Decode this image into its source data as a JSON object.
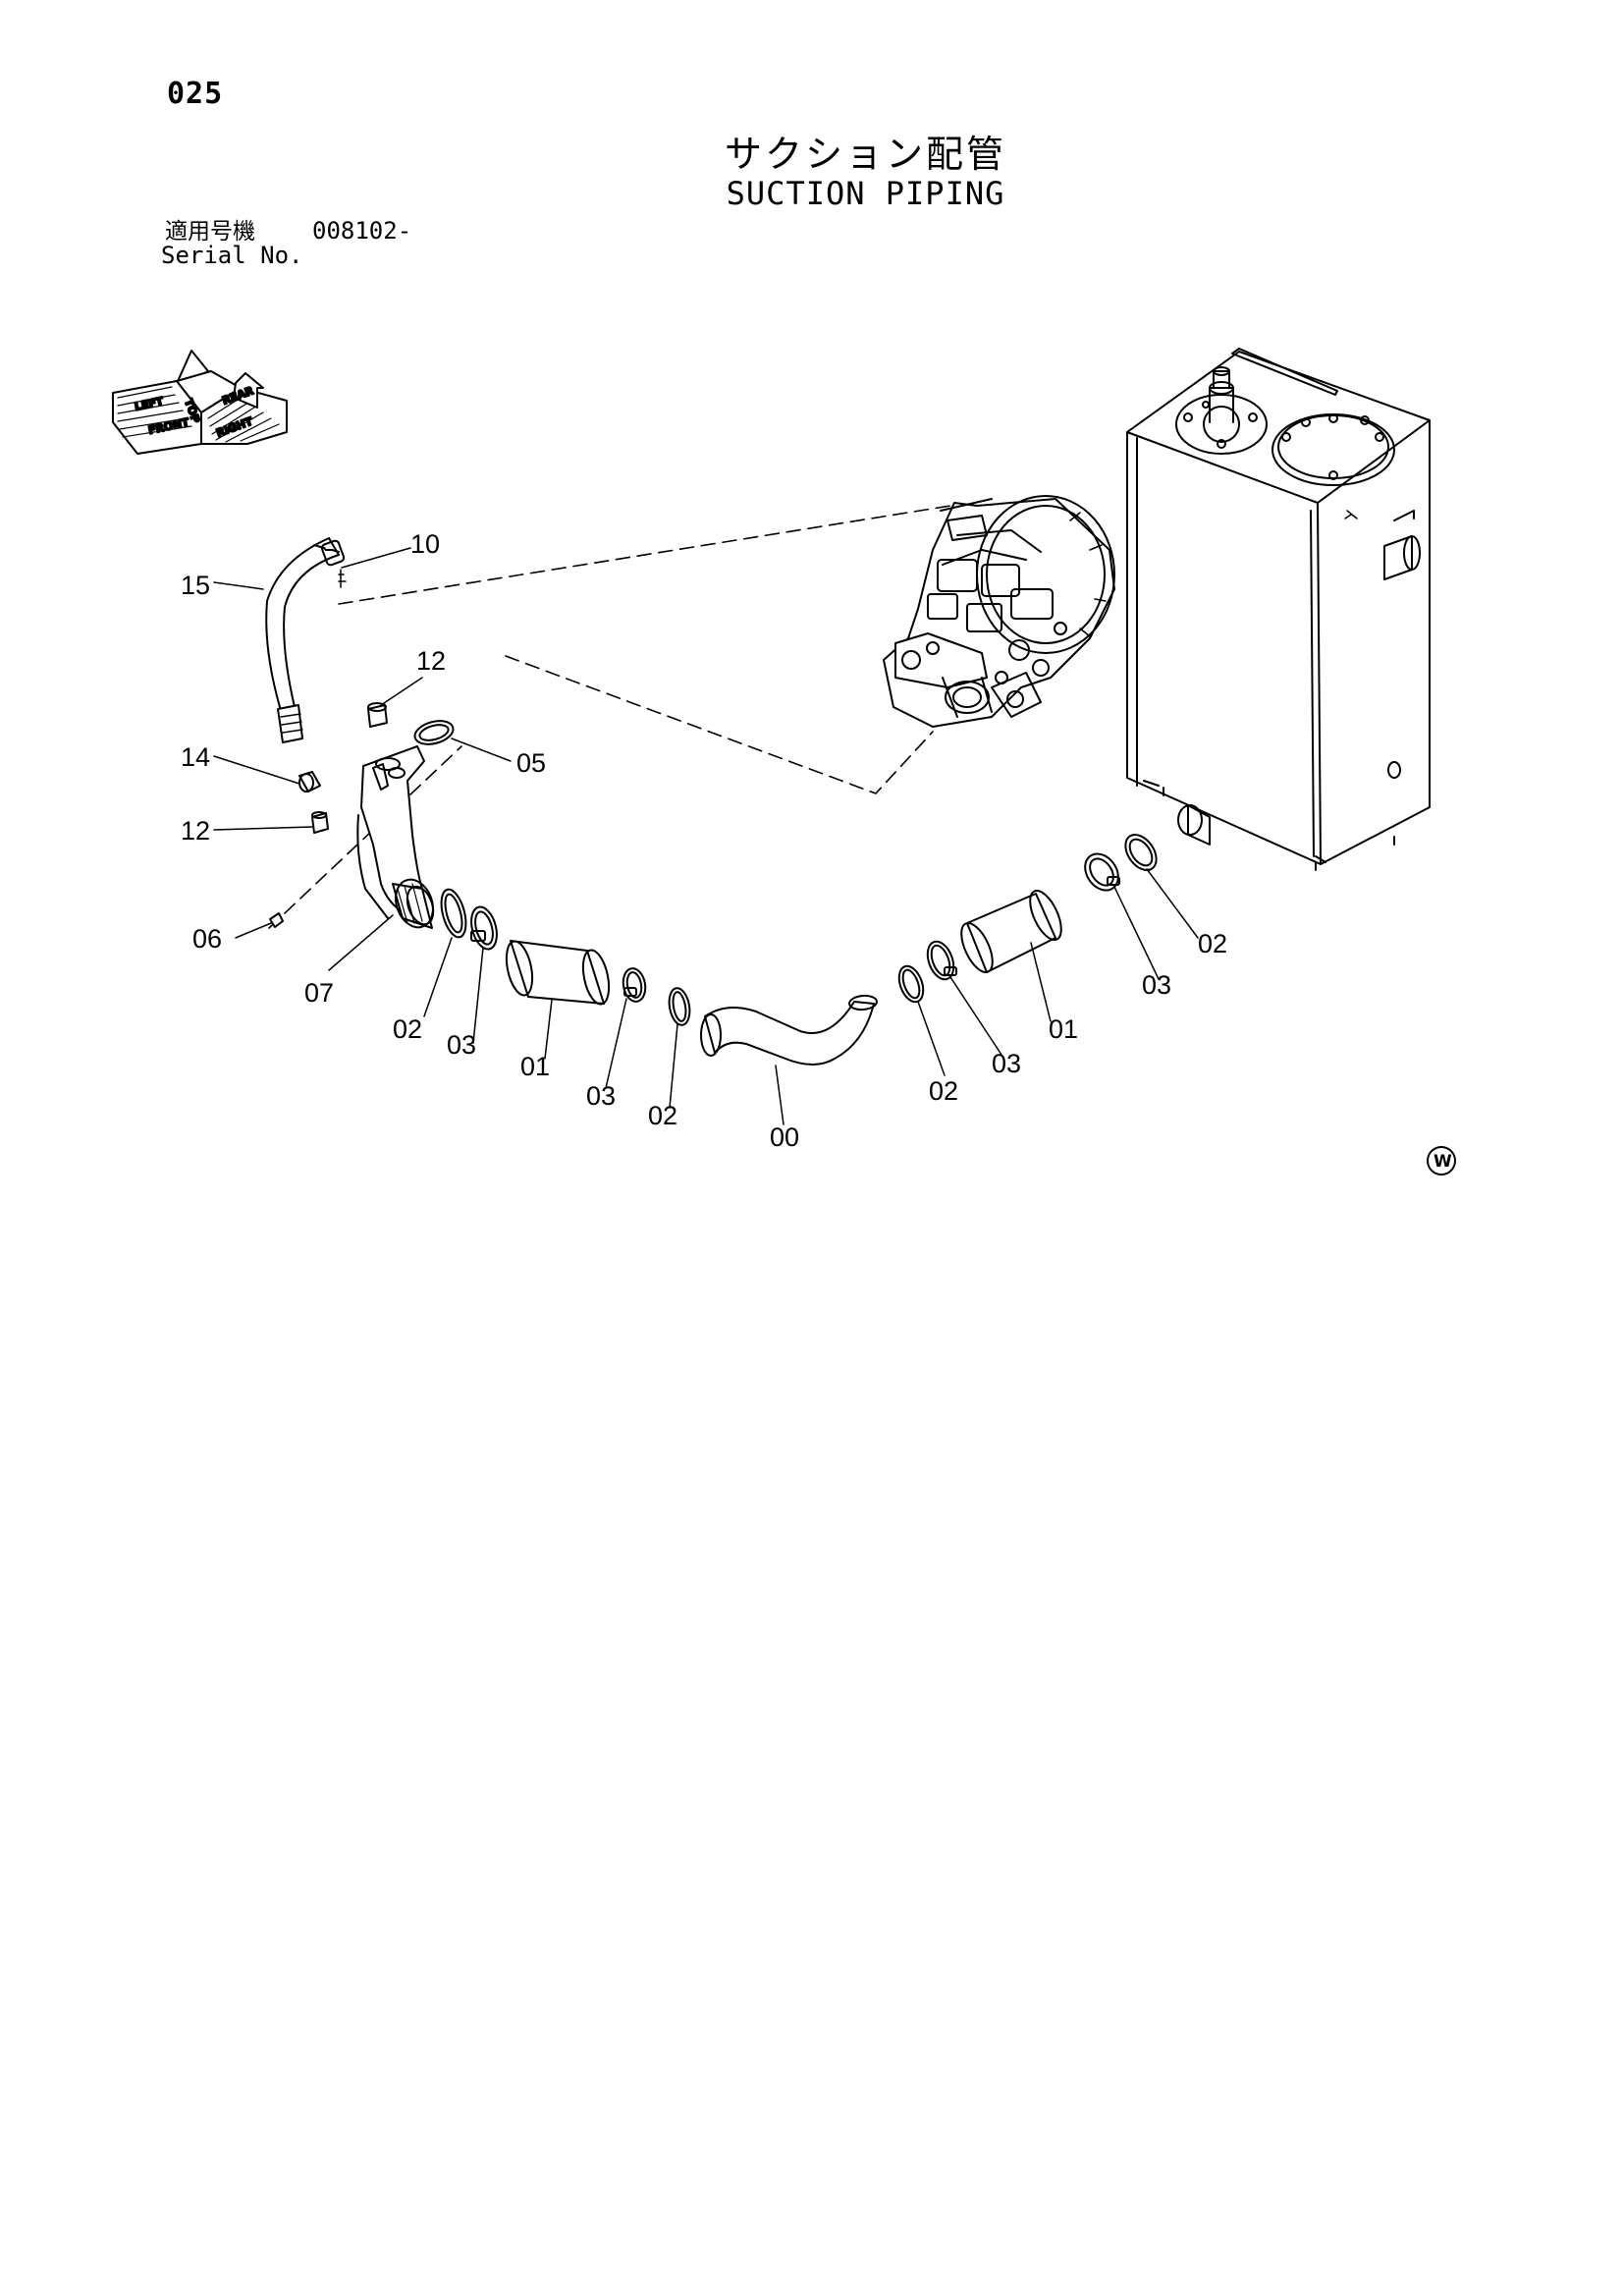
{
  "page": {
    "number": "025",
    "title_jp": "サクション配管",
    "title_en": "SUCTION PIPING",
    "serial_label_jp": "適用号機",
    "serial_label_en": "Serial No.",
    "serial_number": "008102-"
  },
  "orientation_icon": {
    "labels": [
      "TOP",
      "FRONT",
      "RIGHT",
      "LEFT",
      "REAR"
    ]
  },
  "callouts": {
    "c10": "10",
    "c15": "15",
    "c12a": "12",
    "c05": "05",
    "c14": "14",
    "c12b": "12",
    "c06": "06",
    "c07": "07",
    "c02a": "02",
    "c03a": "03",
    "c01a": "01",
    "c03b": "03",
    "c02b": "02",
    "c00": "00",
    "c02c": "02",
    "c03c": "03",
    "c01b": "01",
    "c03d": "03",
    "c02d": "02"
  },
  "watermark_symbol": "W"
}
